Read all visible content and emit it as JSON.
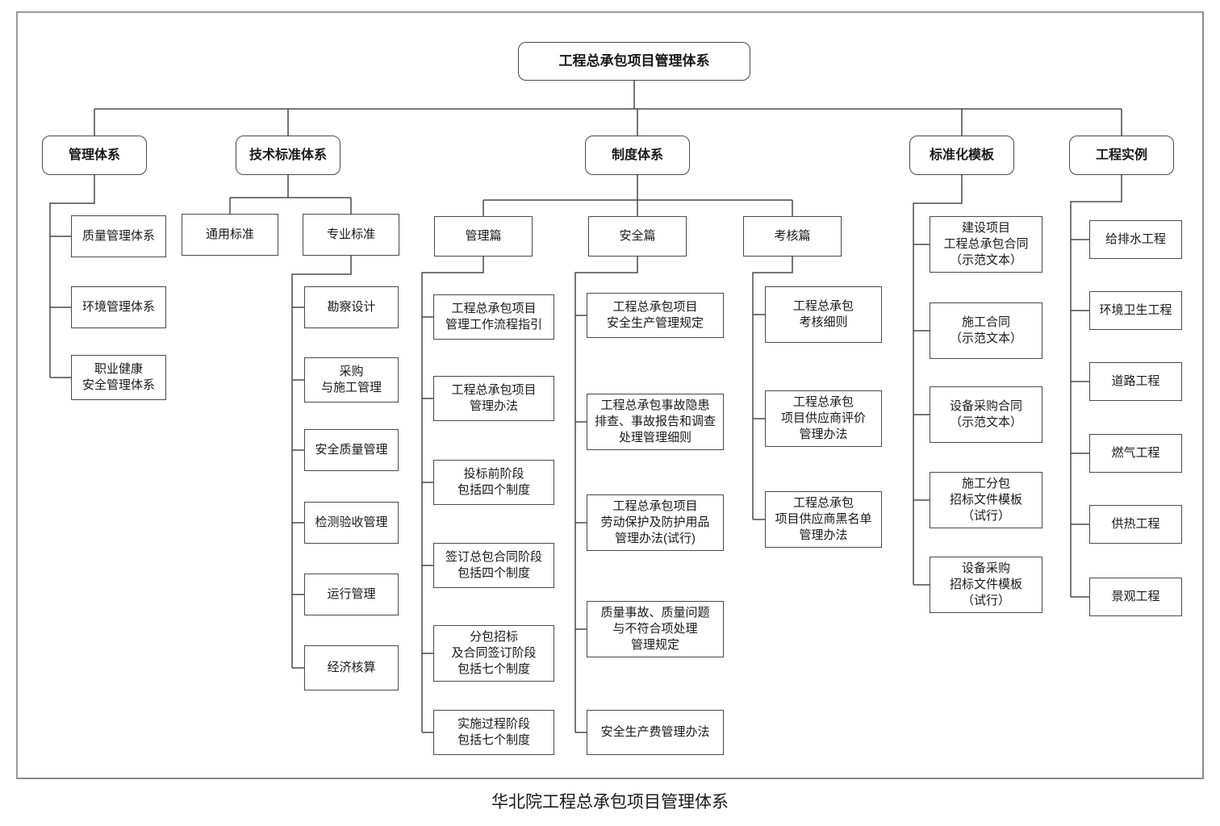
{
  "diagram": {
    "root": {
      "label": "工程总承包项目管理体系"
    },
    "branches": [
      {
        "label": "管理体系",
        "children": [
          {
            "label": "质量管理体系"
          },
          {
            "label": "环境管理体系"
          },
          {
            "label": "职业健康\n安全管理体系"
          }
        ]
      },
      {
        "label": "技术标准体系",
        "children": [
          {
            "label": "通用标准"
          },
          {
            "label": "专业标准",
            "children": [
              {
                "label": "勘察设计"
              },
              {
                "label": "采购\n与施工管理"
              },
              {
                "label": "安全质量管理"
              },
              {
                "label": "检测验收管理"
              },
              {
                "label": "运行管理"
              },
              {
                "label": "经济核算"
              }
            ]
          }
        ]
      },
      {
        "label": "制度体系",
        "children": [
          {
            "label": "管理篇",
            "children": [
              {
                "label": "工程总承包项目\n管理工作流程指引"
              },
              {
                "label": "工程总承包项目\n管理办法"
              },
              {
                "label": "投标前阶段\n包括四个制度"
              },
              {
                "label": "签订总包合同阶段\n包括四个制度"
              },
              {
                "label": "分包招标\n及合同签订阶段\n包括七个制度"
              },
              {
                "label": "实施过程阶段\n包括七个制度"
              }
            ]
          },
          {
            "label": "安全篇",
            "children": [
              {
                "label": "工程总承包项目\n安全生产管理规定"
              },
              {
                "label": "工程总承包事故隐患\n排查、事故报告和调查\n处理管理细则"
              },
              {
                "label": "工程总承包项目\n劳动保护及防护用品\n管理办法(试行)"
              },
              {
                "label": "质量事故、质量问题\n与不符合项处理\n管理规定"
              },
              {
                "label": "安全生产费管理办法"
              }
            ]
          },
          {
            "label": "考核篇",
            "children": [
              {
                "label": "工程总承包\n考核细则"
              },
              {
                "label": "工程总承包\n项目供应商评价\n管理办法"
              },
              {
                "label": "工程总承包\n项目供应商黑名单\n管理办法"
              }
            ]
          }
        ]
      },
      {
        "label": "标准化模板",
        "children": [
          {
            "label": "建设项目\n工程总承包合同\n（示范文本）"
          },
          {
            "label": "施工合同\n（示范文本）"
          },
          {
            "label": "设备采购合同\n（示范文本）"
          },
          {
            "label": "施工分包\n招标文件模板\n（试行）"
          },
          {
            "label": "设备采购\n招标文件模板\n（试行）"
          }
        ]
      },
      {
        "label": "工程实例",
        "children": [
          {
            "label": "给排水工程"
          },
          {
            "label": "环境卫生工程"
          },
          {
            "label": "道路工程"
          },
          {
            "label": "燃气工程"
          },
          {
            "label": "供热工程"
          },
          {
            "label": "景观工程"
          }
        ]
      }
    ],
    "caption": "华北院工程总承包项目管理体系"
  }
}
